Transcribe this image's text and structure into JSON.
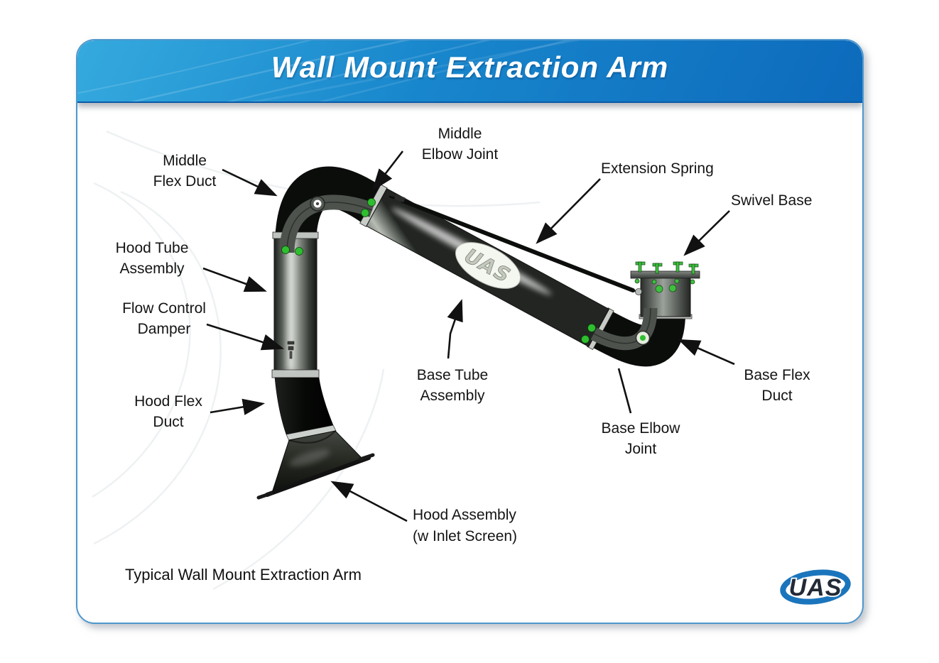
{
  "banner": {
    "title": "Wall Mount Extraction Arm",
    "gradient_start": "#35aade",
    "gradient_end": "#0d6abc"
  },
  "caption": "Typical Wall Mount Extraction Arm",
  "labels": {
    "middle_flex_duct": [
      "Middle",
      "Flex Duct"
    ],
    "middle_elbow_joint": [
      "Middle",
      "Elbow Joint"
    ],
    "extension_spring": [
      "Extension Spring"
    ],
    "swivel_base": [
      "Swivel Base"
    ],
    "hood_tube_assembly": [
      "Hood Tube",
      "Assembly"
    ],
    "flow_control_damper": [
      "Flow Control",
      "Damper"
    ],
    "hood_flex_duct": [
      "Hood Flex",
      "Duct"
    ],
    "base_tube_assembly": [
      "Base Tube",
      "Assembly"
    ],
    "base_elbow_joint": [
      "Base Elbow",
      "Joint"
    ],
    "base_flex_duct": [
      "Base Flex",
      "Duct"
    ],
    "hood_assembly": [
      "Hood Assembly",
      "(w Inlet Screen)"
    ]
  },
  "tube_logo": {
    "text": "UAS"
  },
  "brand_logo": {
    "text": "UAS",
    "swoosh_color": "#1b75bc",
    "text_color": "#232a36"
  },
  "colors": {
    "arm_flex_black": "#0b0d0b",
    "bracket_gray": "#4d524d",
    "bolt_green": "#2fbe2f",
    "tube_light": "#b7bdb3",
    "slide_border_blue": "#4f97cc"
  }
}
